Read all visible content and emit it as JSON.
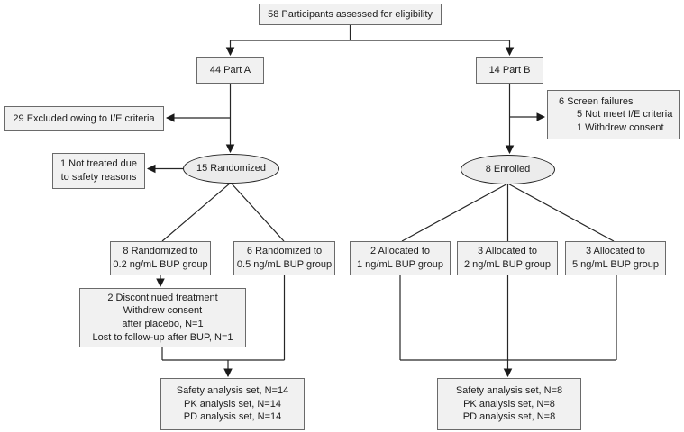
{
  "flowchart": {
    "eligibility": "58 Participants assessed for eligibility",
    "part_a": "44 Part A",
    "part_b": "14 Part B",
    "excluded": "29 Excluded owing to I/E criteria",
    "screen_failures": [
      "6 Screen failures",
      "5 Not meet I/E criteria",
      "1 Withdrew consent"
    ],
    "not_treated": [
      "1 Not treated due",
      "to safety reasons"
    ],
    "randomized": "15 Randomized",
    "enrolled": "8 Enrolled",
    "group_bup_02": [
      "8 Randomized to",
      "0.2 ng/mL BUP group"
    ],
    "group_bup_05": [
      "6 Randomized to",
      "0.5 ng/mL BUP group"
    ],
    "group_bup_1": [
      "2 Allocated to",
      "1 ng/mL BUP group"
    ],
    "group_bup_2": [
      "3 Allocated to",
      "2 ng/mL BUP group"
    ],
    "group_bup_5": [
      "3 Allocated to",
      "5 ng/mL BUP group"
    ],
    "discontinued": [
      "2 Discontinued treatment",
      "Withdrew consent",
      "after placebo, N=1",
      "Lost to follow-up after BUP, N=1"
    ],
    "analysis_part_a": [
      "Safety analysis set, N=14",
      "PK analysis set, N=14",
      "PD analysis set, N=14"
    ],
    "analysis_part_b": [
      "Safety analysis set, N=8",
      "PK analysis set, N=8",
      "PD analysis set, N=8"
    ]
  },
  "colors": {
    "box_fill": "#f1f1f1",
    "box_border": "#6a6a6a",
    "ellipse_border": "#232323",
    "line": "#262626",
    "background": "#ffffff"
  }
}
